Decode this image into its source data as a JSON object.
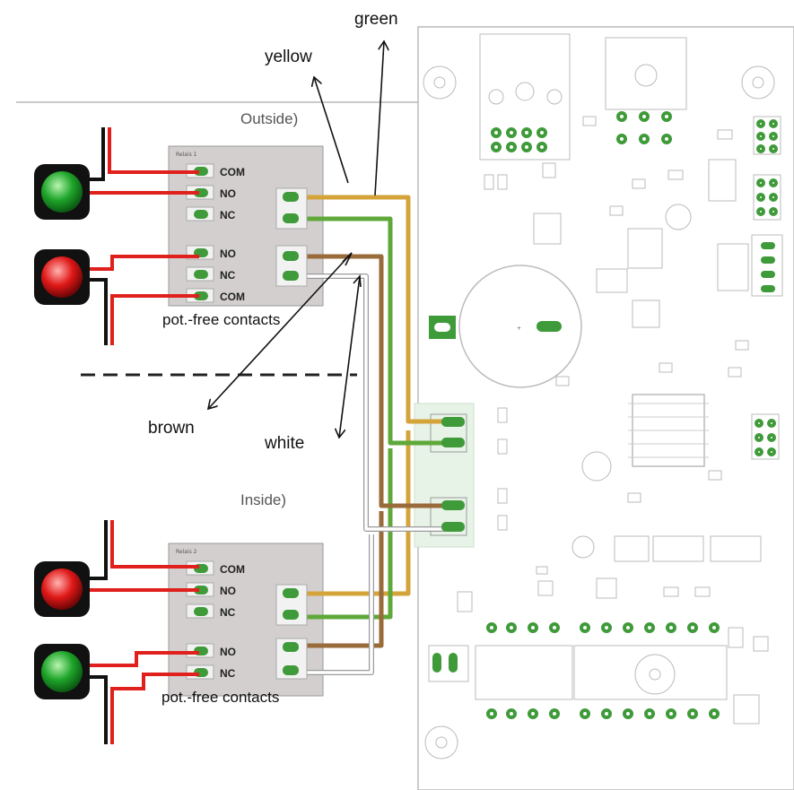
{
  "labels": {
    "green": "green",
    "yellow": "yellow",
    "brown": "brown",
    "white": "white",
    "outside": "Outside)",
    "inside": "Inside)",
    "contacts_top": "pot.-free contacts",
    "contacts_bottom": "pot.-free contacts"
  },
  "relays": {
    "top_a": {
      "title": "Relais 1",
      "pins": [
        "COM",
        "NO",
        "NC"
      ]
    },
    "top_b": {
      "pins": [
        "NO",
        "NC",
        "COM"
      ]
    },
    "bottom_a": {
      "title": "Relais 2",
      "pins": [
        "COM",
        "NO",
        "NC"
      ]
    },
    "bottom_b": {
      "pins": [
        "NO",
        "NC"
      ]
    }
  },
  "wire_colors": {
    "yellow": "#d4a43a",
    "green": "#5fa83a",
    "brown": "#9a6b3a",
    "white": "#d8d8d8",
    "signal_red": "#e0201c",
    "signal_black": "#111111",
    "pcb_green": "#3f9a3a"
  },
  "lamps": [
    "green-lamp",
    "red-lamp",
    "red-lamp",
    "green-lamp"
  ]
}
